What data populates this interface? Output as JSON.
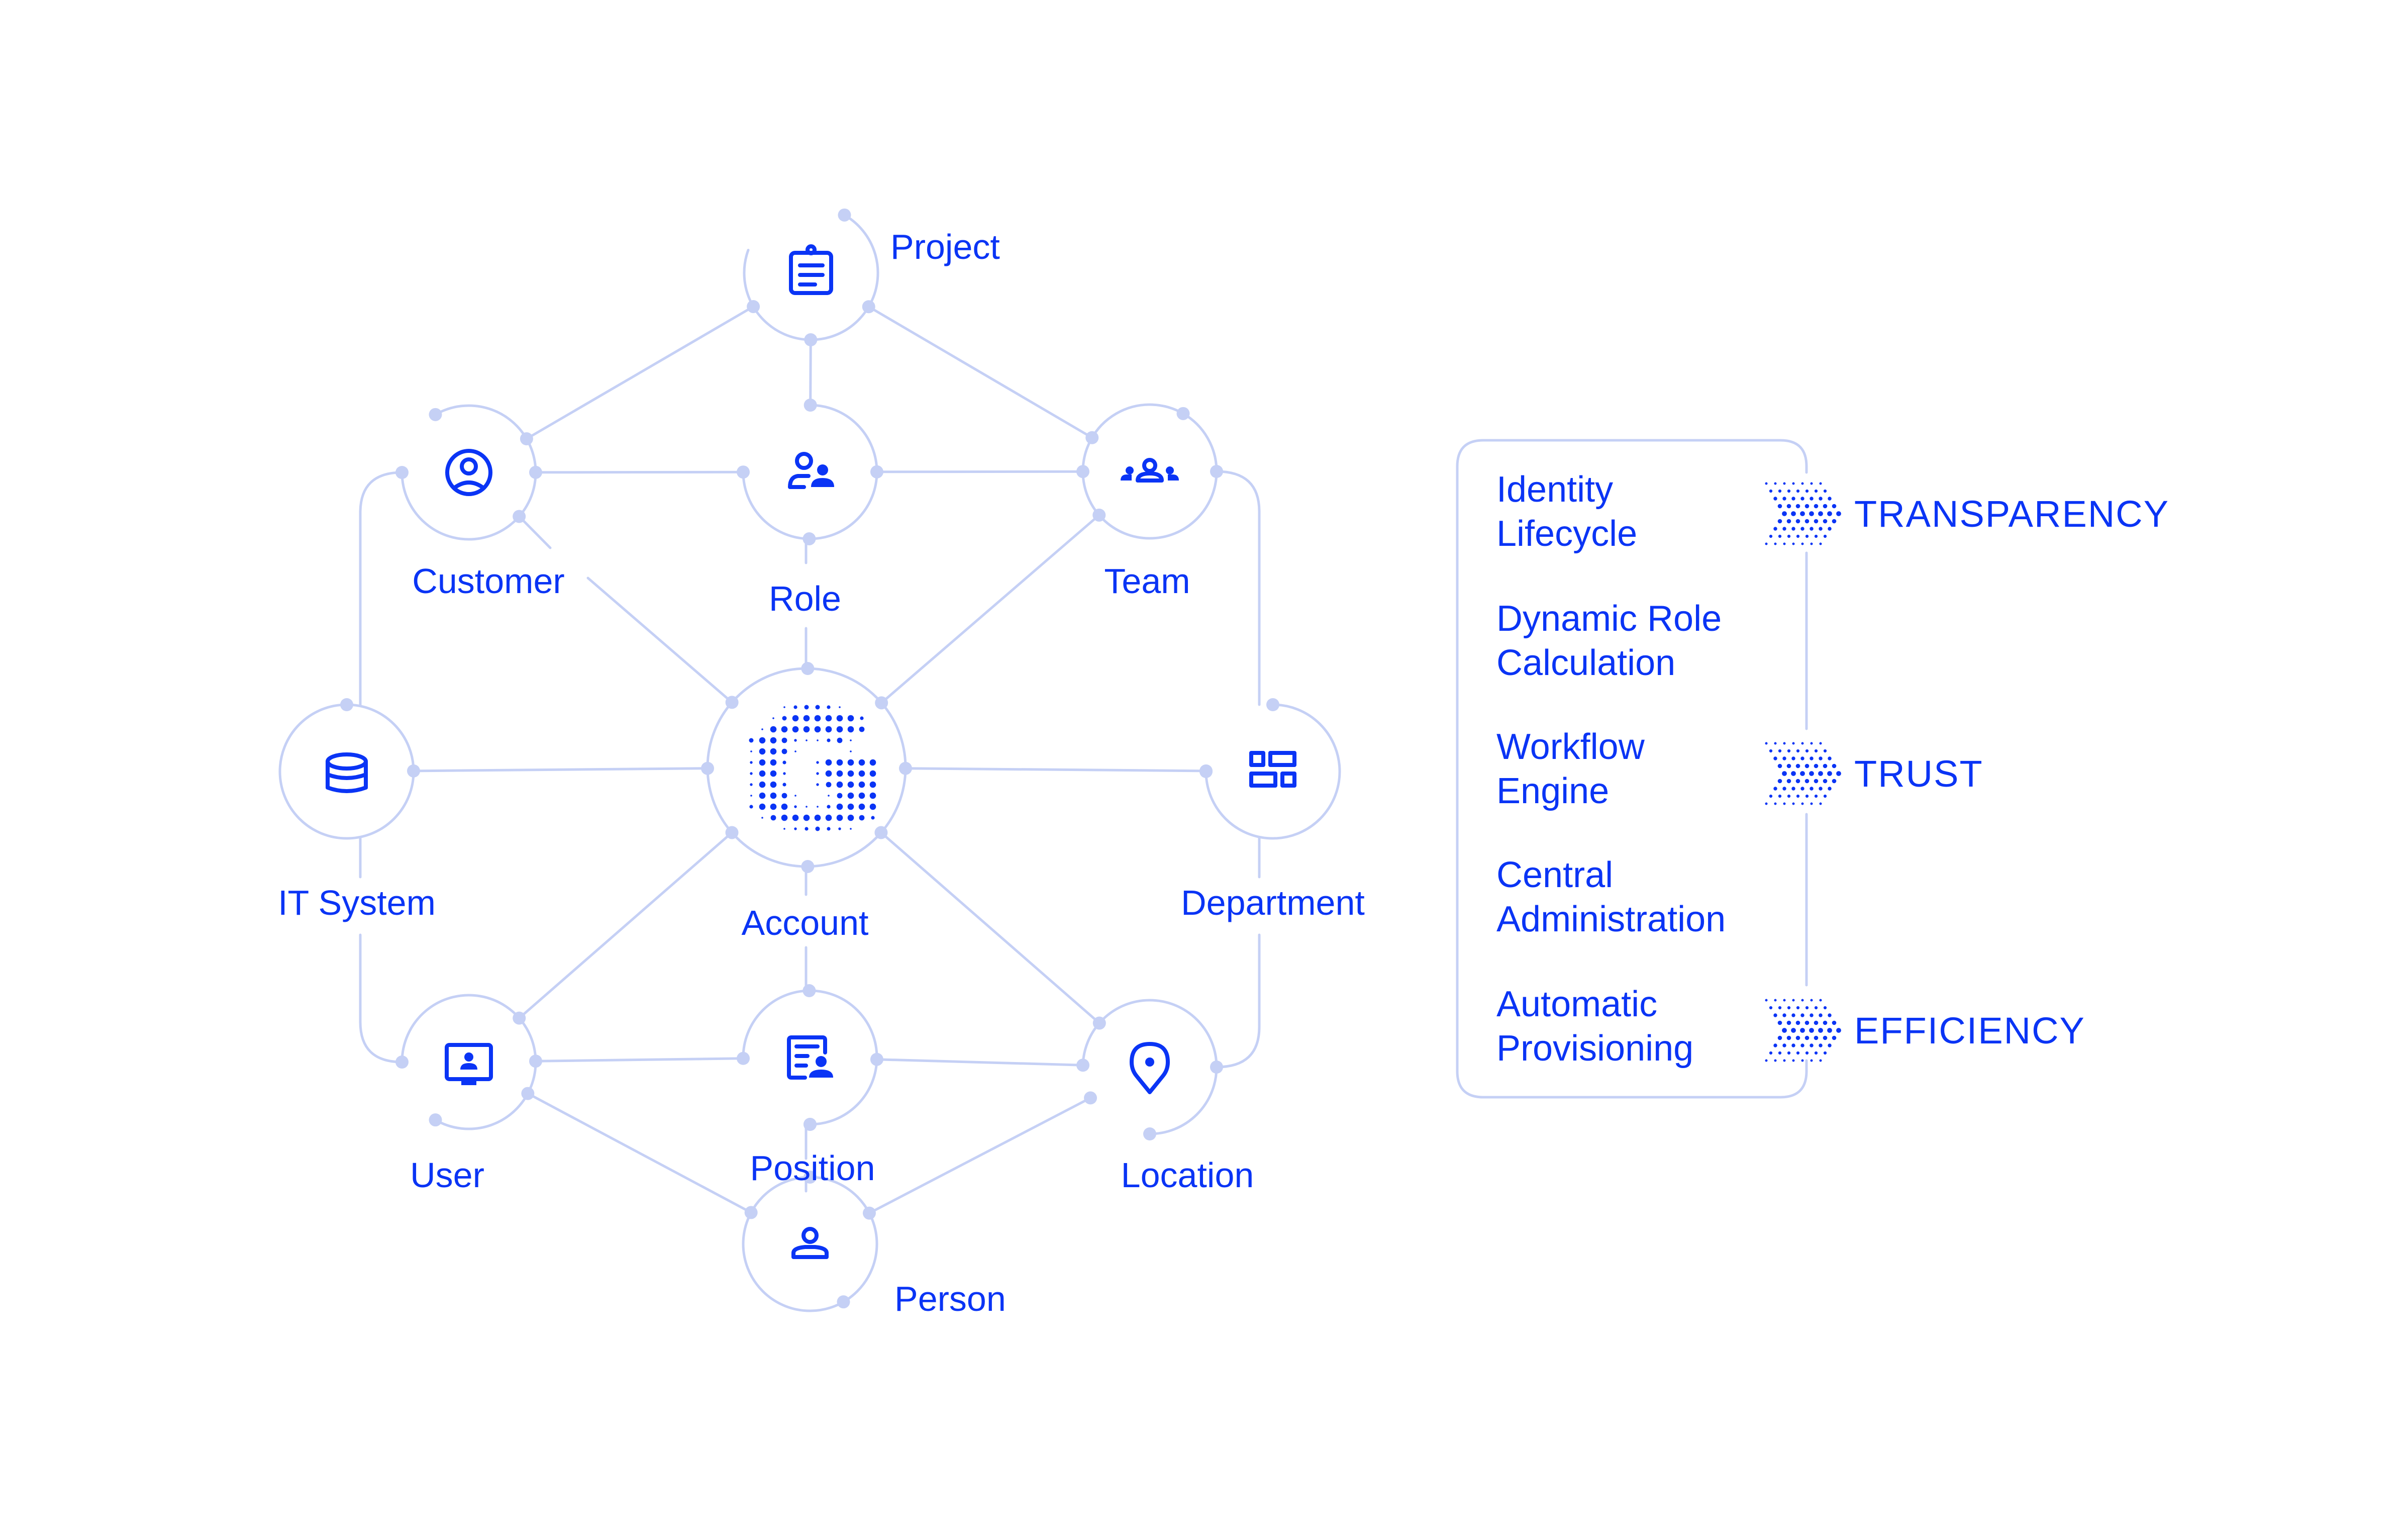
{
  "diagram": {
    "center": {
      "name": "Account",
      "logo": "halftone-g-logo"
    },
    "nodes": [
      {
        "id": "project",
        "label": "Project",
        "icon": "clipboard-icon"
      },
      {
        "id": "customer",
        "label": "Customer",
        "icon": "user-circle-icon"
      },
      {
        "id": "role",
        "label": "Role",
        "icon": "user-role-icon"
      },
      {
        "id": "team",
        "label": "Team",
        "icon": "team-icon"
      },
      {
        "id": "it-system",
        "label": "IT System",
        "icon": "database-icon"
      },
      {
        "id": "account",
        "label": "Account",
        "icon": "halftone-g-logo"
      },
      {
        "id": "department",
        "label": "Department",
        "icon": "org-blocks-icon"
      },
      {
        "id": "user",
        "label": "User",
        "icon": "monitor-user-icon"
      },
      {
        "id": "position",
        "label": "Position",
        "icon": "id-card-icon"
      },
      {
        "id": "location",
        "label": "Location",
        "icon": "map-pin-icon"
      },
      {
        "id": "person",
        "label": "Person",
        "icon": "person-icon"
      }
    ],
    "edges": [
      [
        "project",
        "customer"
      ],
      [
        "project",
        "role"
      ],
      [
        "project",
        "team"
      ],
      [
        "customer",
        "role"
      ],
      [
        "role",
        "team"
      ],
      [
        "customer",
        "account"
      ],
      [
        "role",
        "account"
      ],
      [
        "team",
        "account"
      ],
      [
        "it-system",
        "account"
      ],
      [
        "account",
        "department"
      ],
      [
        "customer",
        "it-system"
      ],
      [
        "team",
        "department"
      ],
      [
        "it-system",
        "user"
      ],
      [
        "department",
        "location"
      ],
      [
        "account",
        "user"
      ],
      [
        "account",
        "position"
      ],
      [
        "account",
        "location"
      ],
      [
        "user",
        "position"
      ],
      [
        "position",
        "location"
      ],
      [
        "user",
        "person"
      ],
      [
        "location",
        "person"
      ],
      [
        "position",
        "person"
      ]
    ]
  },
  "panel": {
    "features": [
      {
        "line1": "Identity",
        "line2": "Lifecycle"
      },
      {
        "line1": "Dynamic Role",
        "line2": "Calculation"
      },
      {
        "line1": "Workflow",
        "line2": "Engine"
      },
      {
        "line1": "Central",
        "line2": "Administration"
      },
      {
        "line1": "Automatic",
        "line2": "Provisioning"
      }
    ],
    "benefits": [
      {
        "label": "TRANSPARENCY",
        "icon": "dotted-chevron-icon"
      },
      {
        "label": "TRUST",
        "icon": "dotted-chevron-icon"
      },
      {
        "label": "EFFICIENCY",
        "icon": "dotted-chevron-icon"
      }
    ]
  },
  "colors": {
    "text": "#0a34f5",
    "line": "#c5d0f5",
    "background": "#ffffff"
  }
}
